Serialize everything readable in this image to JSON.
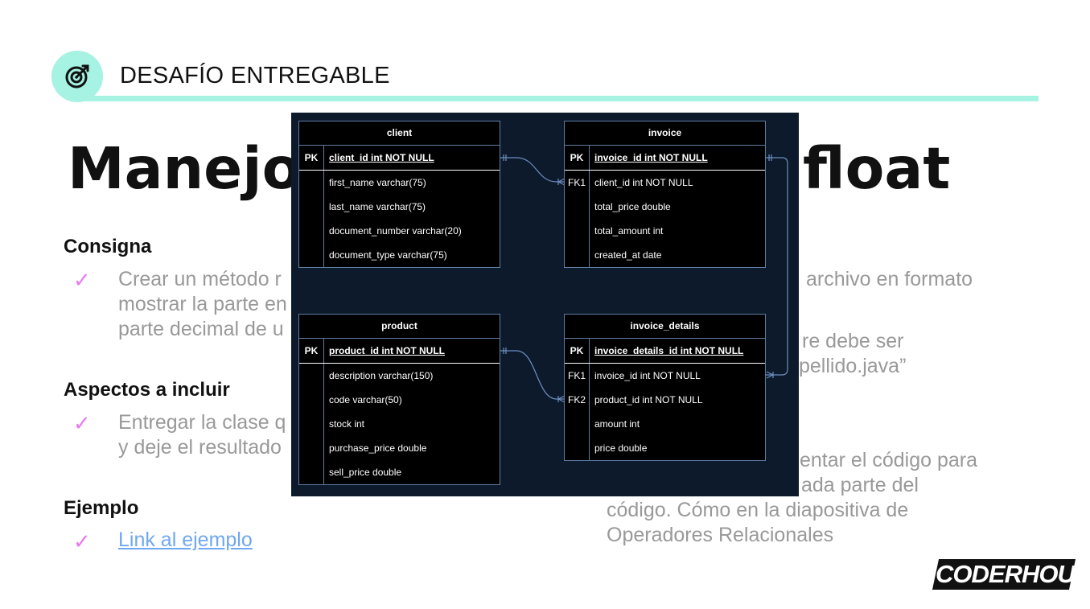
{
  "header": {
    "title": "DESAFÍO ENTREGABLE",
    "icon": "target-icon",
    "accent": "#a6f2e3"
  },
  "slide_title": {
    "left": "Manejo",
    "right": "float"
  },
  "sections": {
    "consigna": {
      "heading": "Consigna",
      "left_lines": [
        "Crear un método r",
        "mostrar la parte en",
        "parte decimal de u"
      ],
      "right_lines": [
        "archivo en formato",
        "re debe ser",
        "pellido.java”"
      ]
    },
    "aspectos": {
      "heading": "Aspectos a incluir",
      "left_lines": [
        "Entregar la clase q",
        "y deje el resultado"
      ],
      "right_lines": [
        "entar el código para",
        "ada parte del",
        "código. Cómo en la diapositiva de",
        "Operadores Relacionales"
      ]
    },
    "ejemplo": {
      "heading": "Ejemplo",
      "link": "Link al ejemplo"
    }
  },
  "check_mark": "✓",
  "logo": {
    "text": "CODERHOUSE"
  },
  "erd": {
    "tables": [
      {
        "name": "client",
        "rows": [
          {
            "key": "PK",
            "field": "client_id int NOT NULL"
          },
          {
            "key": "",
            "field": "first_name varchar(75)"
          },
          {
            "key": "",
            "field": "last_name varchar(75)"
          },
          {
            "key": "",
            "field": "document_number varchar(20)"
          },
          {
            "key": "",
            "field": "document_type varchar(75)"
          }
        ]
      },
      {
        "name": "invoice",
        "rows": [
          {
            "key": "PK",
            "field": "invoice_id int NOT NULL"
          },
          {
            "key": "FK1",
            "field": "client_id int NOT NULL"
          },
          {
            "key": "",
            "field": "total_price double"
          },
          {
            "key": "",
            "field": "total_amount int"
          },
          {
            "key": "",
            "field": "created_at date"
          }
        ]
      },
      {
        "name": "product",
        "rows": [
          {
            "key": "PK",
            "field": "product_id int NOT NULL"
          },
          {
            "key": "",
            "field": "description varchar(150)"
          },
          {
            "key": "",
            "field": "code varchar(50)"
          },
          {
            "key": "",
            "field": "stock int"
          },
          {
            "key": "",
            "field": "purchase_price double"
          },
          {
            "key": "",
            "field": "sell_price double"
          }
        ]
      },
      {
        "name": "invoice_details",
        "rows": [
          {
            "key": "PK",
            "field": "invoice_details_id int NOT NULL"
          },
          {
            "key": "FK1",
            "field": "invoice_id int NOT NULL"
          },
          {
            "key": "FK2",
            "field": "product_id int NOT NULL"
          },
          {
            "key": "",
            "field": "amount int"
          },
          {
            "key": "",
            "field": "price double"
          }
        ]
      }
    ]
  }
}
